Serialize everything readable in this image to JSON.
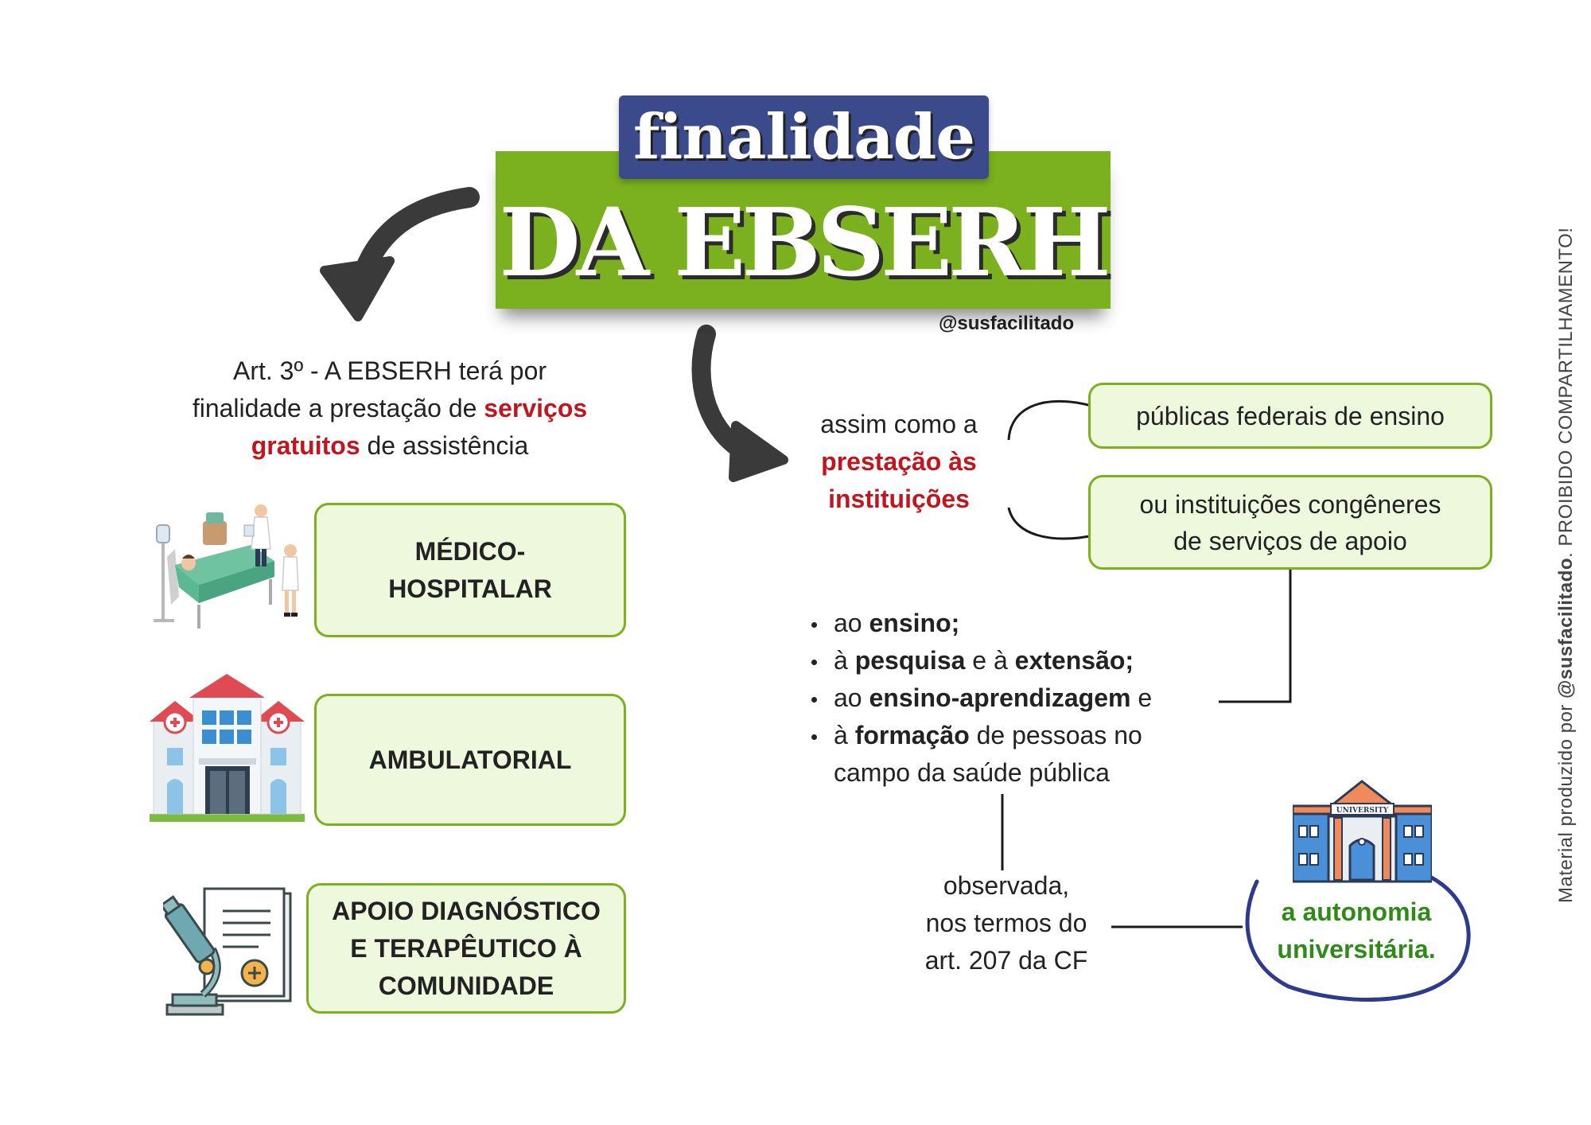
{
  "title": {
    "top": "finalidade",
    "main": "DA EBSERH",
    "handle": "@susfacilitado"
  },
  "credit": {
    "prefix": "Material produzido por ",
    "brand": "@susfacilitado",
    "suffix": ". PROIBIDO COMPARTILHAMENTO!"
  },
  "article": {
    "line1": "Art. 3º -  A EBSERH terá por",
    "line2_pre": "finalidade a prestação de ",
    "line2_red": "serviços",
    "line3_red": "gratuitos",
    "line3_post": " de assistência"
  },
  "services": [
    {
      "label": "MÉDICO-\nHOSPITALAR",
      "icon": "hospital-bed-icon"
    },
    {
      "label": "AMBULATORIAL",
      "icon": "hospital-building-icon"
    },
    {
      "label": "APOIO DIAGNÓSTICO\nE TERAPÊUTICO À\nCOMUNIDADE",
      "icon": "microscope-report-icon"
    }
  ],
  "assim": {
    "line1": "assim como a",
    "line2_red": "prestação às",
    "line3_red": "instituições"
  },
  "institutions": {
    "box1": "públicas federais de ensino",
    "box2": "ou instituições congêneres\nde serviços de apoio"
  },
  "bullets": {
    "b1_pre": "ao ",
    "b1_bold": "ensino;",
    "b2_pre": "à ",
    "b2_bold1": "pesquisa",
    "b2_mid": " e à ",
    "b2_bold2": "extensão;",
    "b3_pre": "ao ",
    "b3_bold": "ensino-aprendizagem",
    "b3_post": " e",
    "b4_pre": "à ",
    "b4_bold": "formação",
    "b4_post": " de pessoas no",
    "b5": "campo da saúde pública"
  },
  "observada": {
    "line1": "observada,",
    "line2": "nos termos do",
    "line3": "art. 207 da CF"
  },
  "autonomia": {
    "line1": "a autonomia",
    "line2": "universitária.",
    "building_sign": "UNIVERSITY"
  },
  "colors": {
    "green": "#7bb01f",
    "navy": "#3b4a8a",
    "red": "#c0161f",
    "box_fill": "#eef8dc",
    "autonomy_green": "#2f8a1a"
  }
}
